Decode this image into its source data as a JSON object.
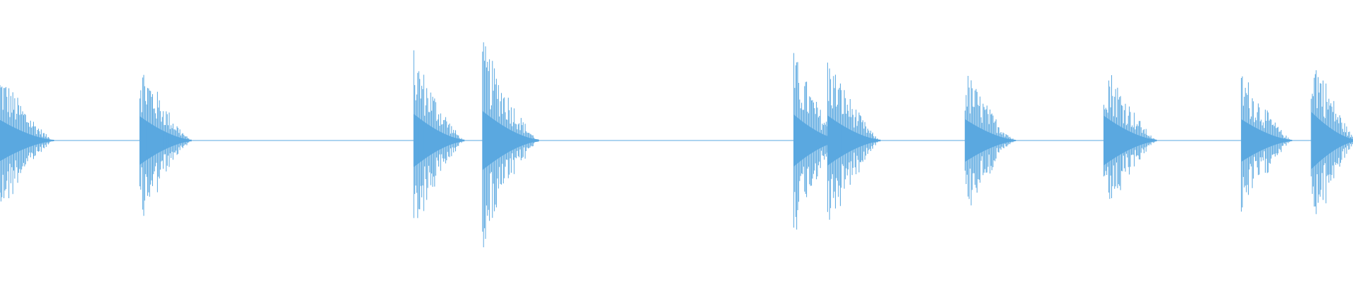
{
  "waveform": {
    "color": "#5aa8e0",
    "background": "#ffffff",
    "duration_s": 12.0,
    "amplitude_range": [
      -1,
      1
    ],
    "bursts": [
      {
        "onset_s": 0.0,
        "decay_s": 0.48,
        "peak": 0.7
      },
      {
        "onset_s": 1.24,
        "decay_s": 0.46,
        "peak": 0.82
      },
      {
        "onset_s": 3.67,
        "decay_s": 0.45,
        "peak": 0.9
      },
      {
        "onset_s": 4.28,
        "decay_s": 0.5,
        "peak": 1.0
      },
      {
        "onset_s": 7.04,
        "decay_s": 0.42,
        "peak": 0.88
      },
      {
        "onset_s": 7.34,
        "decay_s": 0.47,
        "peak": 0.85
      },
      {
        "onset_s": 8.56,
        "decay_s": 0.45,
        "peak": 0.72
      },
      {
        "onset_s": 9.79,
        "decay_s": 0.47,
        "peak": 0.84
      },
      {
        "onset_s": 11.01,
        "decay_s": 0.45,
        "peak": 0.72
      },
      {
        "onset_s": 11.63,
        "decay_s": 0.4,
        "peak": 0.97
      }
    ]
  }
}
